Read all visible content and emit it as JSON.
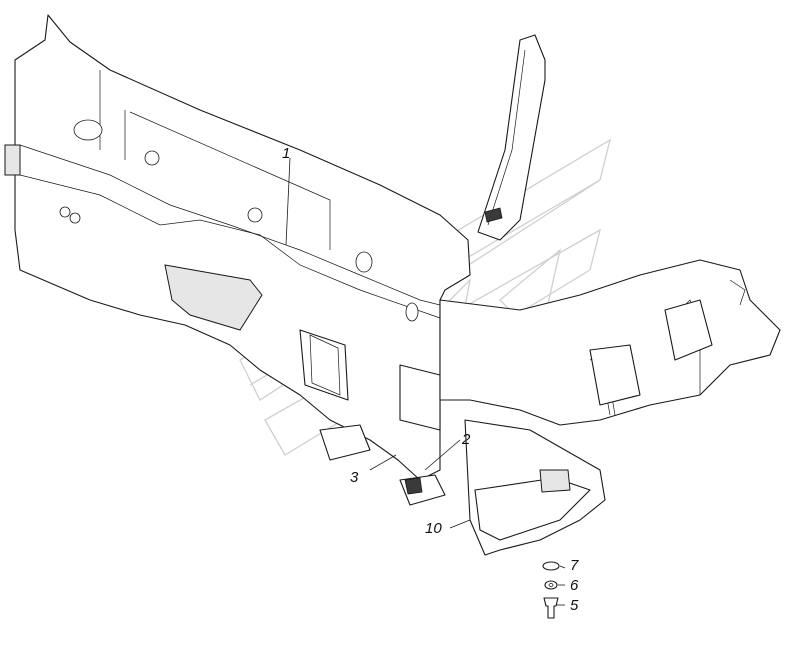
{
  "diagram": {
    "callouts": [
      {
        "id": "1",
        "label": "1"
      },
      {
        "id": "2",
        "label": "2"
      },
      {
        "id": "3",
        "label": "3"
      },
      {
        "id": "10",
        "label": "10"
      },
      {
        "id": "7",
        "label": "7"
      },
      {
        "id": "6",
        "label": "6"
      },
      {
        "id": "5",
        "label": "5"
      }
    ]
  },
  "colors": {
    "line": "#1a1a1a",
    "background": "#ffffff",
    "watermark": "#cfcfcf"
  }
}
